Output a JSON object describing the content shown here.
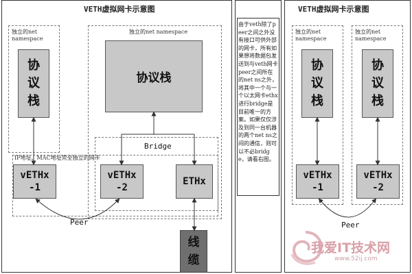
{
  "left_diagram": {
    "title": "VETH虚拟网卡示意图",
    "ns_left_label": "独立的net namespace",
    "ns_right_label": "独立的net namespace",
    "stack_left": [
      "协",
      "议",
      "栈"
    ],
    "stack_right": "协议栈",
    "bridge_label": "Bridge",
    "ip_mac_label": "IP地址、MAC地址完全独立的网卡",
    "nic_a": [
      "vETHx",
      "-1"
    ],
    "nic_b": [
      "vETHx",
      "-2"
    ],
    "nic_eth": "ETHx",
    "peer_label": "Peer",
    "cable": [
      "线",
      "缆"
    ]
  },
  "note": {
    "text": "由于veth除了peer之间之外没有接口可供外部的网卡，所有如果想将数据包发送到与veth网卡peer之间所在的net ns之外，将其中一个与一个以太网卡ethx进行bridge是目前唯一的方案。如果仅仅涉及到同一台机器的两个net ns之间的通信，则可以不必bridge，请看右图。"
  },
  "right_diagram": {
    "title": "VETH虚拟网卡示意图",
    "ns_left_label": "独立的net namespace",
    "ns_right_label": "独立的net namespace",
    "stack_left": [
      "协",
      "议",
      "栈"
    ],
    "stack_right": [
      "协",
      "议",
      "栈"
    ],
    "nic_a": [
      "vETHx",
      "-1"
    ],
    "nic_b": [
      "vETHx",
      "-2"
    ],
    "peer_label": "Peer"
  },
  "watermark": {
    "logo_text": "我爱IT技术网",
    "url": "www.52ij.com"
  },
  "colors": {
    "box_fill": "#c8c8c8",
    "cable_fill": "#6f6f6f",
    "watermark": "#d8a0a8"
  }
}
